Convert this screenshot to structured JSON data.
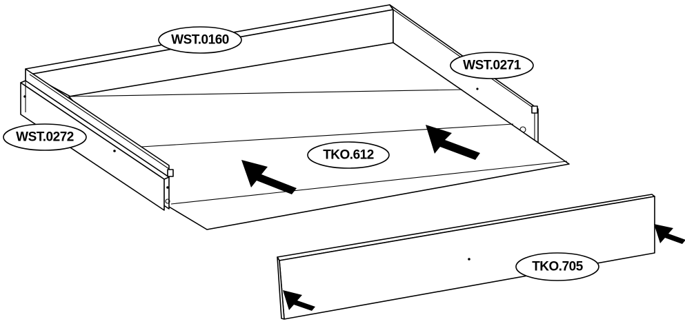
{
  "labels": {
    "back_panel": "WST.0160",
    "right_side_panel": "WST.0271",
    "left_side_panel": "WST.0272",
    "bottom_board": "TKO.612",
    "front_panel": "TKO.705"
  },
  "colors": {
    "line": "#000000",
    "fill": "#ffffff"
  },
  "icons": [
    "insert-direction-arrow-icon"
  ]
}
